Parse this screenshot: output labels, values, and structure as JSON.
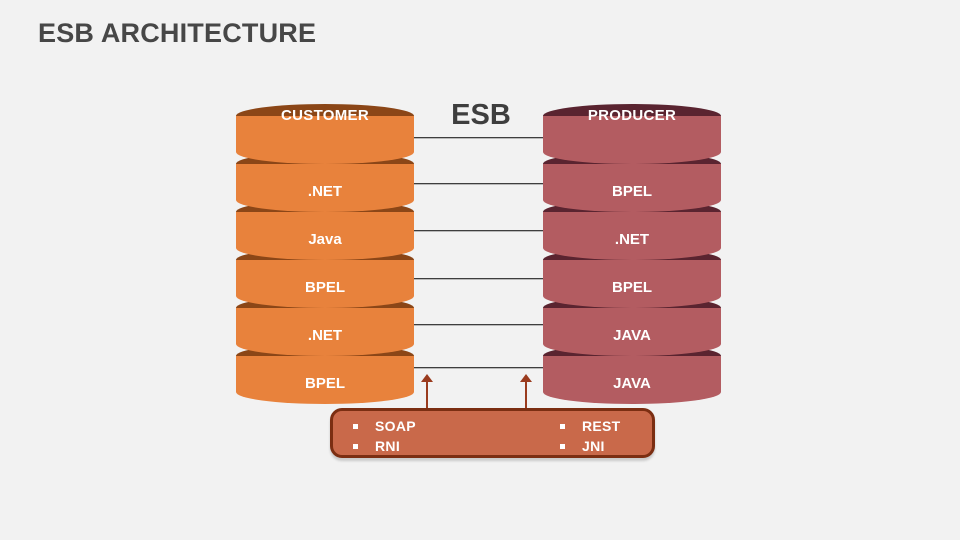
{
  "slide": {
    "title": "ESB ARCHITECTURE",
    "esb_label": "ESB"
  },
  "customer_stack": {
    "header": "CUSTOMER",
    "layers": [
      ".NET",
      "Java",
      "BPEL",
      ".NET",
      "BPEL"
    ]
  },
  "producer_stack": {
    "header": "PRODUCER",
    "layers": [
      "BPEL",
      ".NET",
      "BPEL",
      "JAVA",
      "JAVA"
    ]
  },
  "protocol_box": {
    "left_items": [
      "SOAP",
      "RNI"
    ],
    "right_items": [
      "REST",
      "JNI"
    ]
  },
  "colors": {
    "background": "#f2f2f2",
    "title_text": "#474747",
    "customer_body": "#e8823c",
    "customer_top": "#8b4617",
    "producer_body": "#b35c61",
    "producer_top": "#5a2430",
    "connector_line": "#3e3e3e",
    "arrow": "#9a3b1e",
    "box_fill": "#c9694a",
    "box_border": "#7b2e12",
    "label_text": "#ffffff"
  }
}
